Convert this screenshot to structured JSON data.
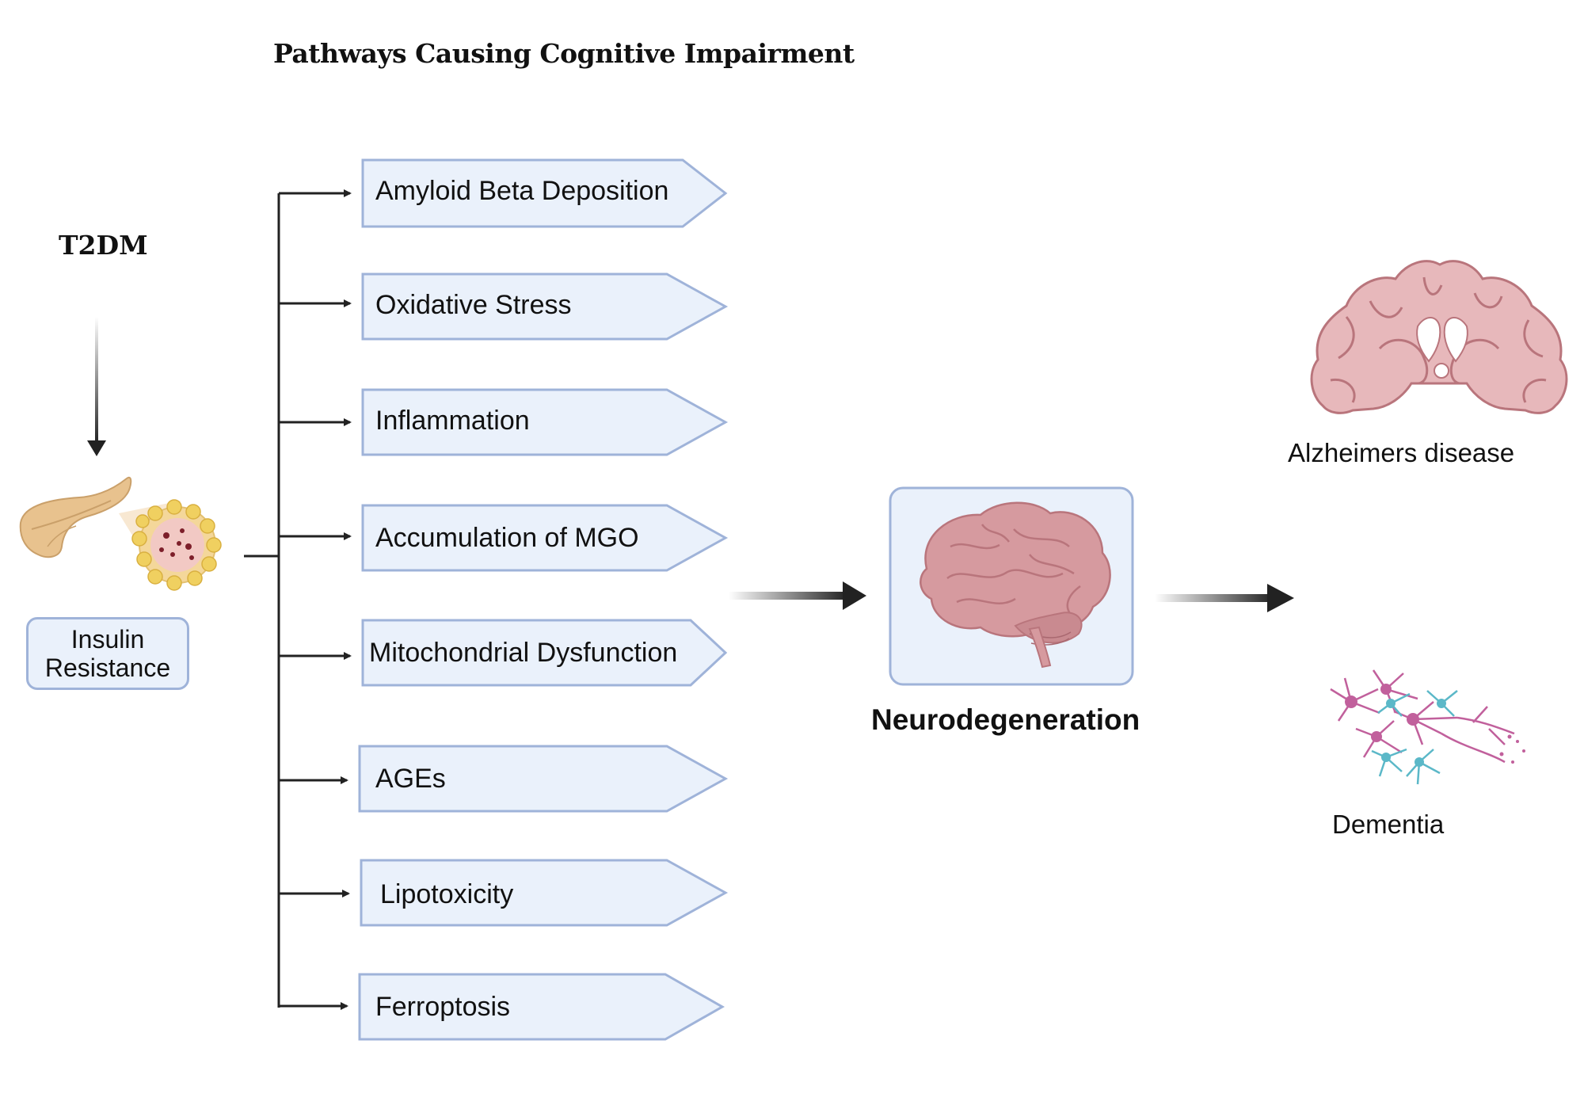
{
  "title": "Pathways Causing Cognitive Impairment",
  "source": "T2DM",
  "insulin_resistance": {
    "line1": "Insulin",
    "line2": "Resistance"
  },
  "pathways": [
    "Amyloid Beta Deposition",
    "Oxidative Stress",
    "Inflammation",
    "Accumulation of MGO",
    "Mitochondrial Dysfunction",
    "AGEs",
    "Lipotoxicity",
    "Ferroptosis"
  ],
  "neurodegeneration": "Neurodegeneration",
  "outcomes": {
    "alzheimers": "Alzheimers disease",
    "dementia": "Dementia"
  },
  "icons": {
    "pancreas": "pancreas-icon",
    "brain": "brain-icon",
    "brain_section": "brain-coronal-section-icon",
    "neurons": "neuron-network-icon"
  },
  "colors": {
    "box_fill": "#eaf1fb",
    "box_border": "#9fb3d9",
    "arrow": "#222222",
    "brain": "#d69a9f",
    "brain_dark": "#b9757c",
    "pancreas": "#e8c28e",
    "neuron_pink": "#c1609c",
    "neuron_cyan": "#5bb8c8"
  }
}
